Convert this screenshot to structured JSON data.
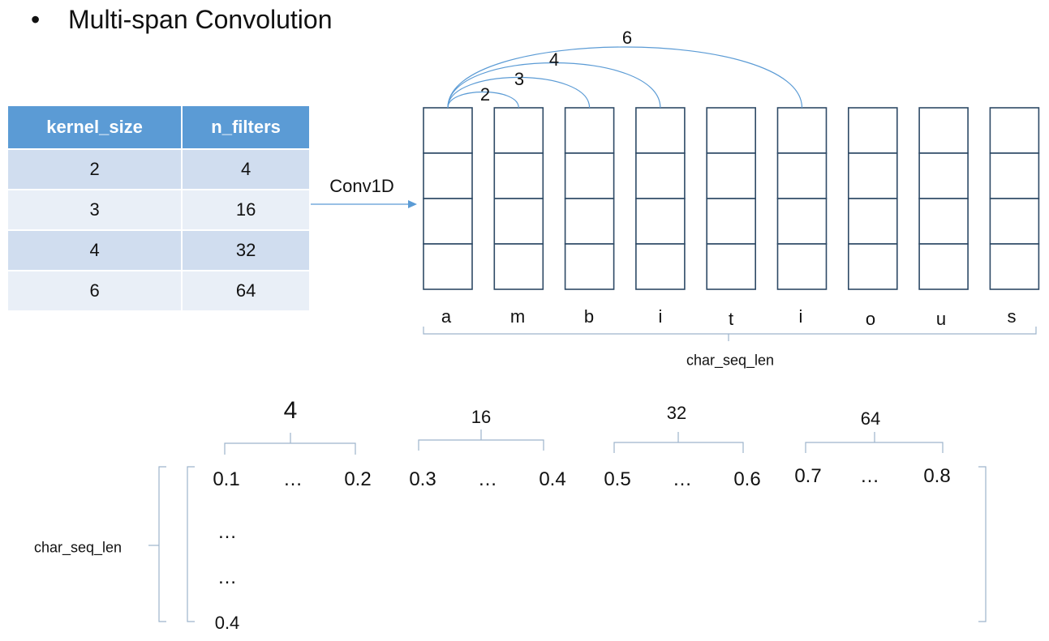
{
  "title": "Multi-span Convolution",
  "bullet": "•",
  "table": {
    "headers": [
      "kernel_size",
      "n_filters"
    ],
    "rows": [
      [
        "2",
        "4"
      ],
      [
        "3",
        "16"
      ],
      [
        "4",
        "32"
      ],
      [
        "6",
        "64"
      ]
    ]
  },
  "conv_label": "Conv1D",
  "chars": [
    "a",
    "m",
    "b",
    "i",
    "t",
    "i",
    "o",
    "u",
    "s"
  ],
  "arc_labels": [
    "2",
    "3",
    "4",
    "6"
  ],
  "seq_label": "char_seq_len",
  "group_labels": [
    "4",
    "16",
    "32",
    "64"
  ],
  "matrix": {
    "row1": [
      "0.1",
      "…",
      "0.2",
      "0.3",
      "…",
      "0.4",
      "0.5",
      "…",
      "0.6",
      "0.7",
      "…",
      "0.8"
    ],
    "col": [
      "…",
      "…",
      "0.4"
    ],
    "left_label": "char_seq_len"
  },
  "colors": {
    "accent": "#5b9bd5",
    "box_stroke": "#2e4a66",
    "row_dark": "#d0ddef",
    "row_light": "#e9eff7"
  }
}
